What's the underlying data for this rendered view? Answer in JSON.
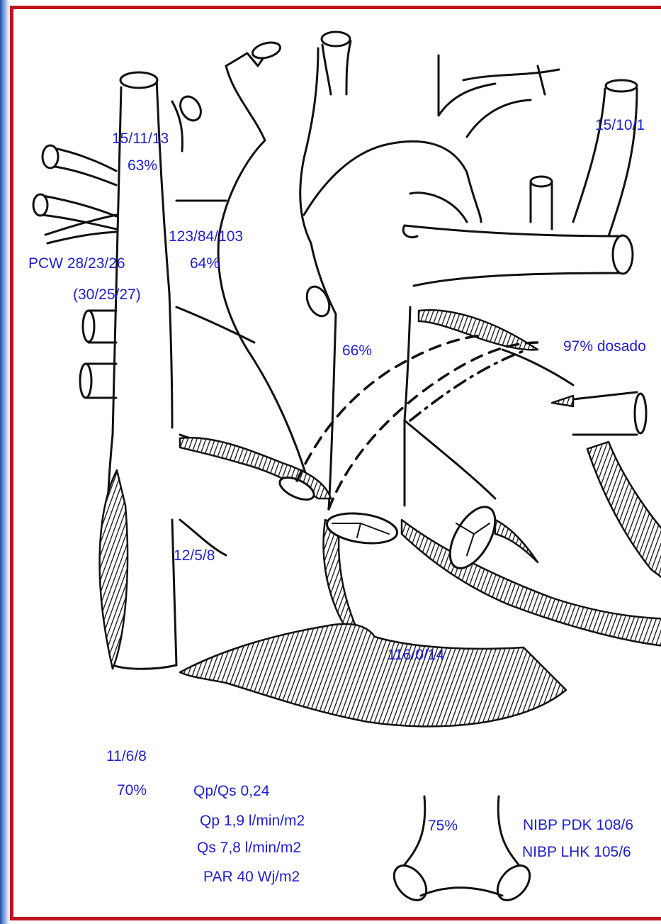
{
  "colors": {
    "label_text": "#1e1ed2",
    "frame_border": "#c0131b",
    "line": "#111111",
    "background": "#ffffff"
  },
  "labels": {
    "svc_pressure": "15/11/13",
    "svc_saturation": "63%",
    "right_pa_pressure": "15/10/1",
    "pa_pressure": "123/84/103",
    "pa_saturation": "64%",
    "pcw": "PCW 28/23/26",
    "pcw_alt": "(30/25/27)",
    "la_saturation": "66%",
    "aorta_saturation": "97% dosado",
    "ra_pressure": "12/5/8",
    "rv_pressure": "116/0/14",
    "ivc_pressure": "11/6/8",
    "ivc_saturation": "70%",
    "desc_aorta_saturation": "75%"
  },
  "calculations": {
    "qp_qs": "Qp/Qs 0,24",
    "qp": "Qp 1,9 l/min/m2",
    "qs": "Qs 7,8  l/min/m2",
    "par": "PAR 40 Wj/m2"
  },
  "nibp": {
    "pdk": "NIBP PDK 108/6",
    "lhk": "NIBP LHK 105/6"
  }
}
